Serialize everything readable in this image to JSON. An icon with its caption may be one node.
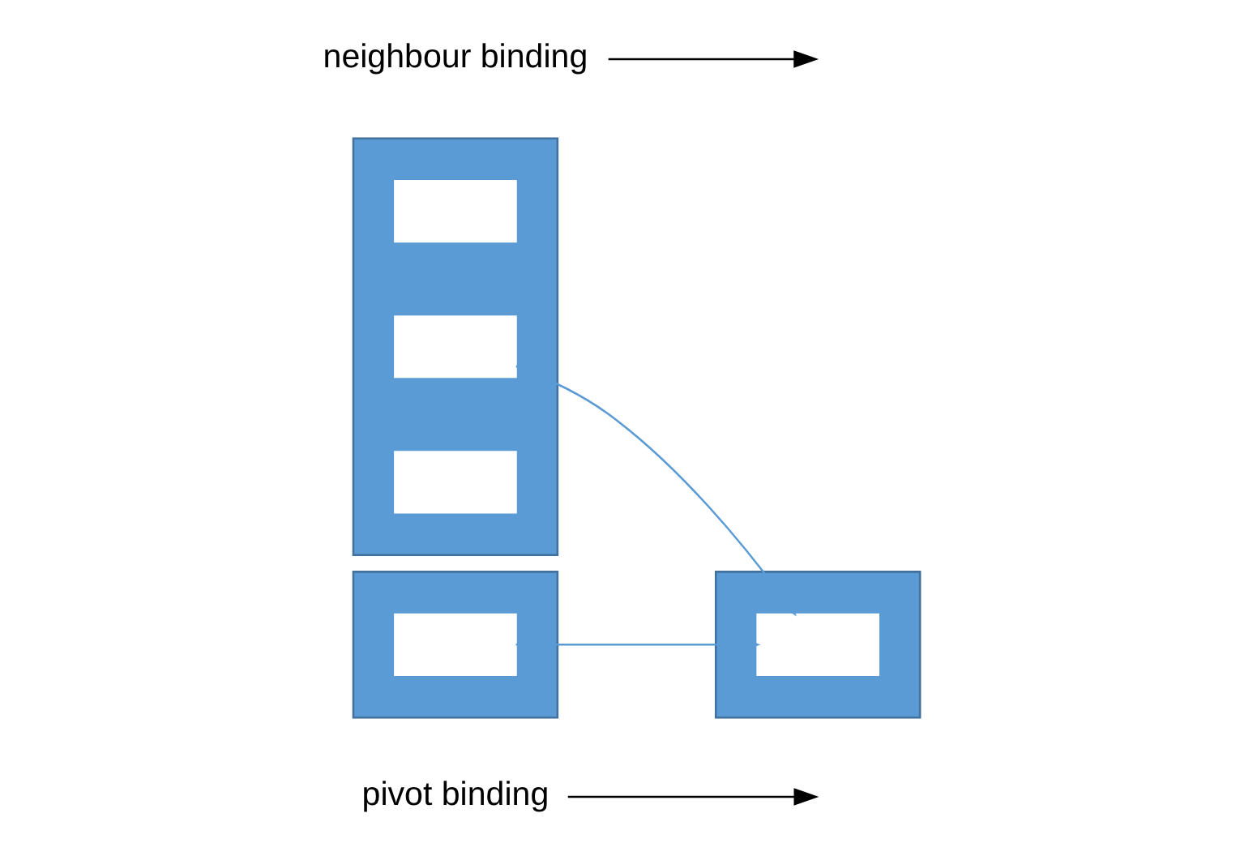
{
  "diagram": {
    "nodes": [
      {
        "text": [
          "pivot binding"
        ]
      },
      {
        "text": [],
        "shape": "box"
      },
      {
        "text": [],
        "shape": "box",
        "in": 1
      },
      {
        "text": [],
        "shape": "box",
        "in": 1
      },
      {
        "text": [],
        "shape": "box",
        "in": 1
      },
      {
        "text": [],
        "shape": "box"
      },
      {
        "text": [],
        "shape": "box",
        "in": 5
      },
      {
        "text": [
          "neighbour binding"
        ]
      },
      {
        "text": [],
        "shape": "box"
      },
      {
        "text": [],
        "shape": "box",
        "in": 8
      }
    ],
    "edges": [
      {
        "from": 3,
        "to": 6,
        "arrow": "to",
        "color": "#5b9bd5"
      },
      {
        "from": 9,
        "to": 6,
        "arrow": "to",
        "color": "#5b9bd5"
      },
      {
        "from": 0,
        "to": null,
        "arrow": "to",
        "color": "#000000"
      },
      {
        "from": 7,
        "to": null,
        "arrow": "to",
        "color": "#000000"
      }
    ]
  }
}
